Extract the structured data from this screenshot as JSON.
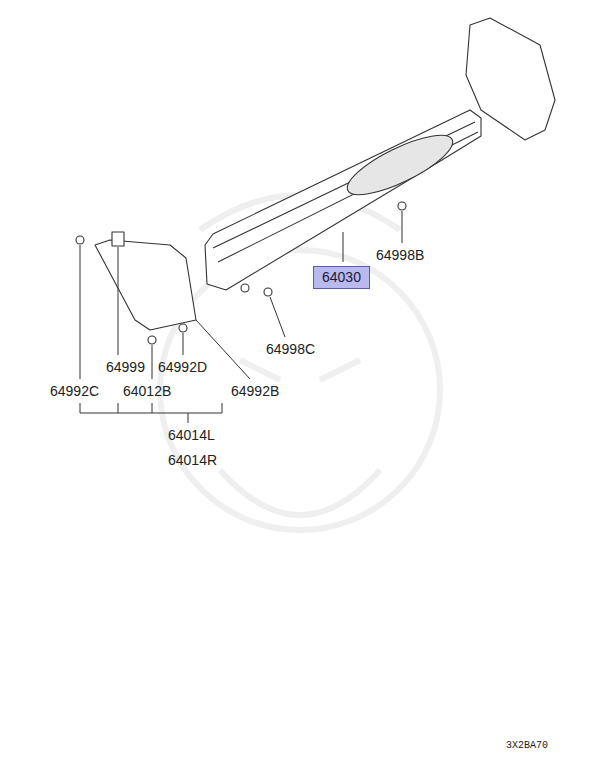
{
  "diagram": {
    "nodes": [
      {
        "text": [
          "64030"
        ]
      }
    ],
    "labels": [
      "64998B",
      "64998C",
      "64999",
      "64992D",
      "64992C",
      "64012B",
      "64992B",
      "64014L",
      "64014R",
      "3X2BA70"
    ]
  }
}
